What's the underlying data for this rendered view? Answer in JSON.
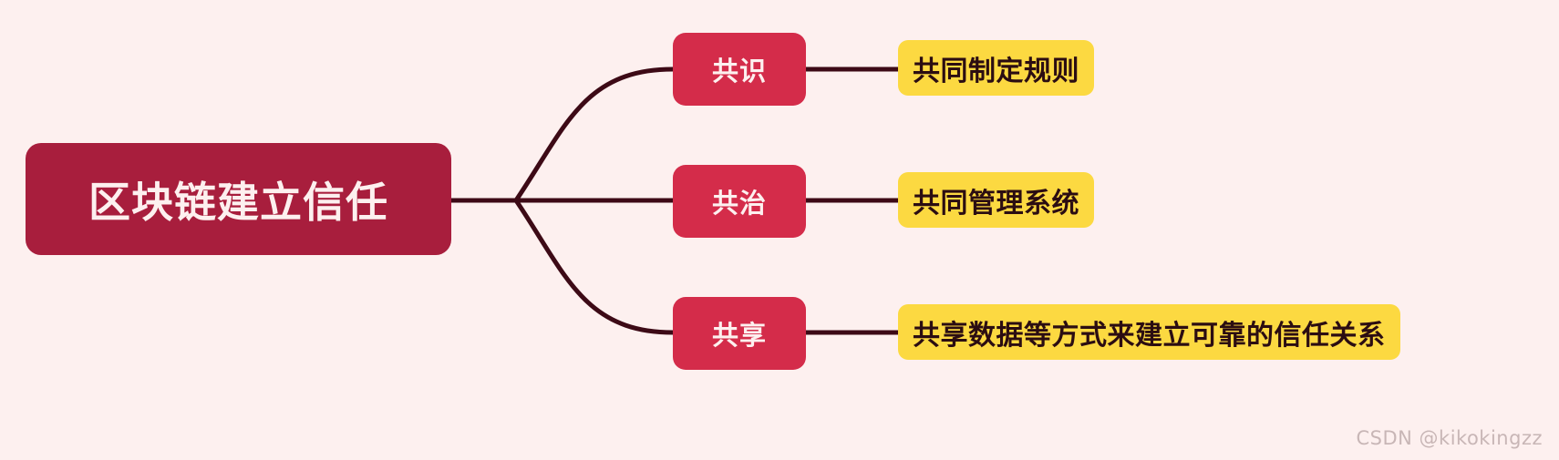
{
  "diagram": {
    "type": "mindmap",
    "background_color": "#fdf0ef",
    "root": {
      "label": "区块链建立信任",
      "fill_color": "#a81e3d",
      "text_color": "#fdf0ef"
    },
    "branch_color": "#d42c4a",
    "branch_text_color": "#fdf0ef",
    "leaf_color": "#fcd941",
    "leaf_text_color": "#2b0d12",
    "connector_color": "#3d0a16",
    "branches": [
      {
        "label": "共识",
        "leaf": "共同制定规则"
      },
      {
        "label": "共治",
        "leaf": "共同管理系统"
      },
      {
        "label": "共享",
        "leaf": "共享数据等方式来建立可靠的信任关系"
      }
    ]
  },
  "watermark": {
    "text": "CSDN @kikokingzz"
  }
}
